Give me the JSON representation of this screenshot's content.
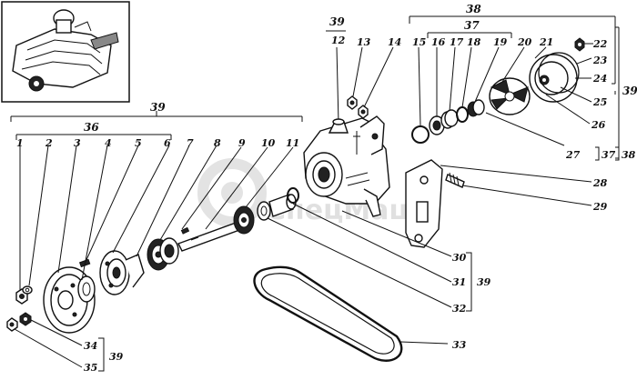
{
  "figure": {
    "labels": {
      "p1": "1",
      "p2": "2",
      "p3": "3",
      "p4": "4",
      "p5": "5",
      "p6": "6",
      "p7": "7",
      "p8": "8",
      "p9": "9",
      "p10": "10",
      "p11": "11",
      "p12": "12",
      "p13": "13",
      "p14": "14",
      "p15": "15",
      "p16": "16",
      "p17": "17",
      "p18": "18",
      "p19": "19",
      "p20": "20",
      "p21": "21",
      "p22": "22",
      "p23": "23",
      "p24": "24",
      "p25": "25",
      "p26": "26",
      "p27": "27",
      "p28": "28",
      "p29": "29",
      "p30": "30",
      "p31": "31",
      "p32": "32",
      "p33": "33",
      "p34": "34",
      "p35": "35",
      "g36": "36",
      "g37": "37",
      "g38": "38",
      "g39": "39"
    },
    "watermark": "СпецМаш",
    "colors": {
      "ink": "#111111",
      "watermark": "#c8c8c8",
      "background": "#ffffff"
    }
  }
}
